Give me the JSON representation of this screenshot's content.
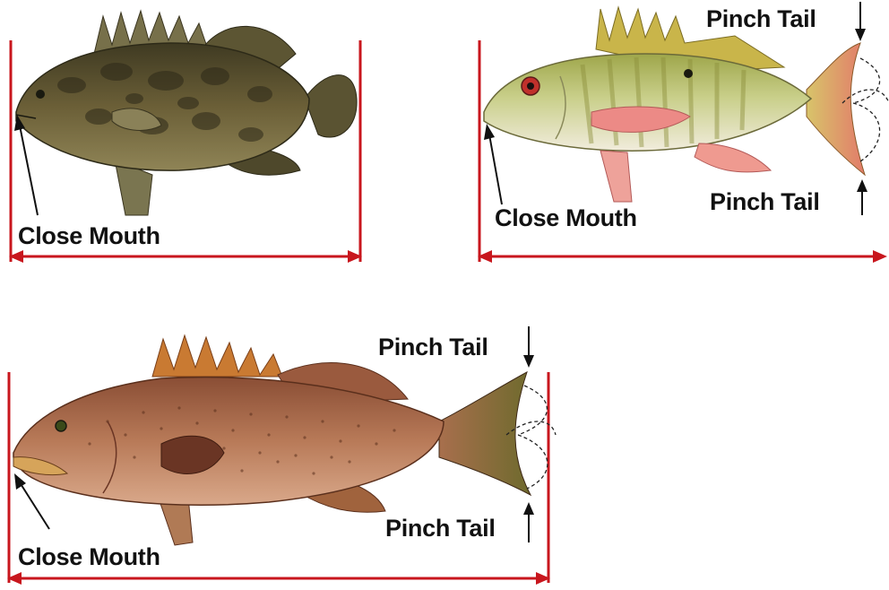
{
  "diagram": {
    "panels": [
      {
        "id": "tripletail",
        "fish_description": "dark mottled brown fish with rounded tail",
        "labels": {
          "mouth": "Close Mouth"
        }
      },
      {
        "id": "mutton-snapper",
        "fish_description": "olive-green snapper with pink fins and forked tail",
        "labels": {
          "mouth": "Close Mouth",
          "tail_top": "Pinch Tail",
          "tail_bottom": "Pinch Tail"
        }
      },
      {
        "id": "red-grouper",
        "fish_description": "reddish-brown spotted grouper with forked tail",
        "labels": {
          "mouth": "Close Mouth",
          "tail_top": "Pinch Tail",
          "tail_bottom": "Pinch Tail"
        }
      }
    ],
    "colors": {
      "measure_line": "#c8161d",
      "arrow": "#111111"
    }
  }
}
